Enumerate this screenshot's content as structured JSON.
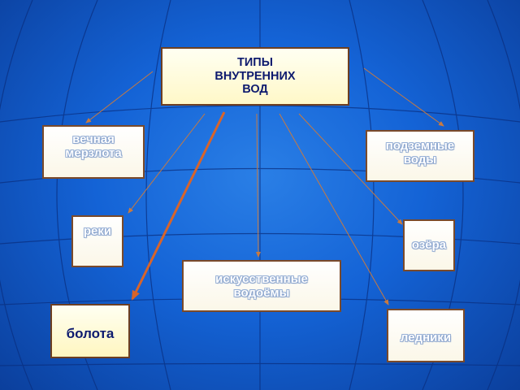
{
  "diagram": {
    "title": "ТИПЫ\nВНУТРЕННИХ\nВОД",
    "nodes": [
      {
        "id": "permafrost",
        "label": "вечная\nмерзлота"
      },
      {
        "id": "groundwater",
        "label": "подземные\nводы"
      },
      {
        "id": "rivers",
        "label": "реки"
      },
      {
        "id": "lakes",
        "label": "озёра"
      },
      {
        "id": "reservoirs",
        "label": "искусственные\nводоёмы"
      },
      {
        "id": "swamps",
        "label": "болота"
      },
      {
        "id": "glaciers",
        "label": "ледники"
      }
    ]
  },
  "colors": {
    "background": "#1463d6",
    "box_border": "#7a4a2a",
    "arrow_thin": "#c87a40",
    "arrow_highlight": "#d8642a",
    "title_text": "#0d1a6e"
  }
}
